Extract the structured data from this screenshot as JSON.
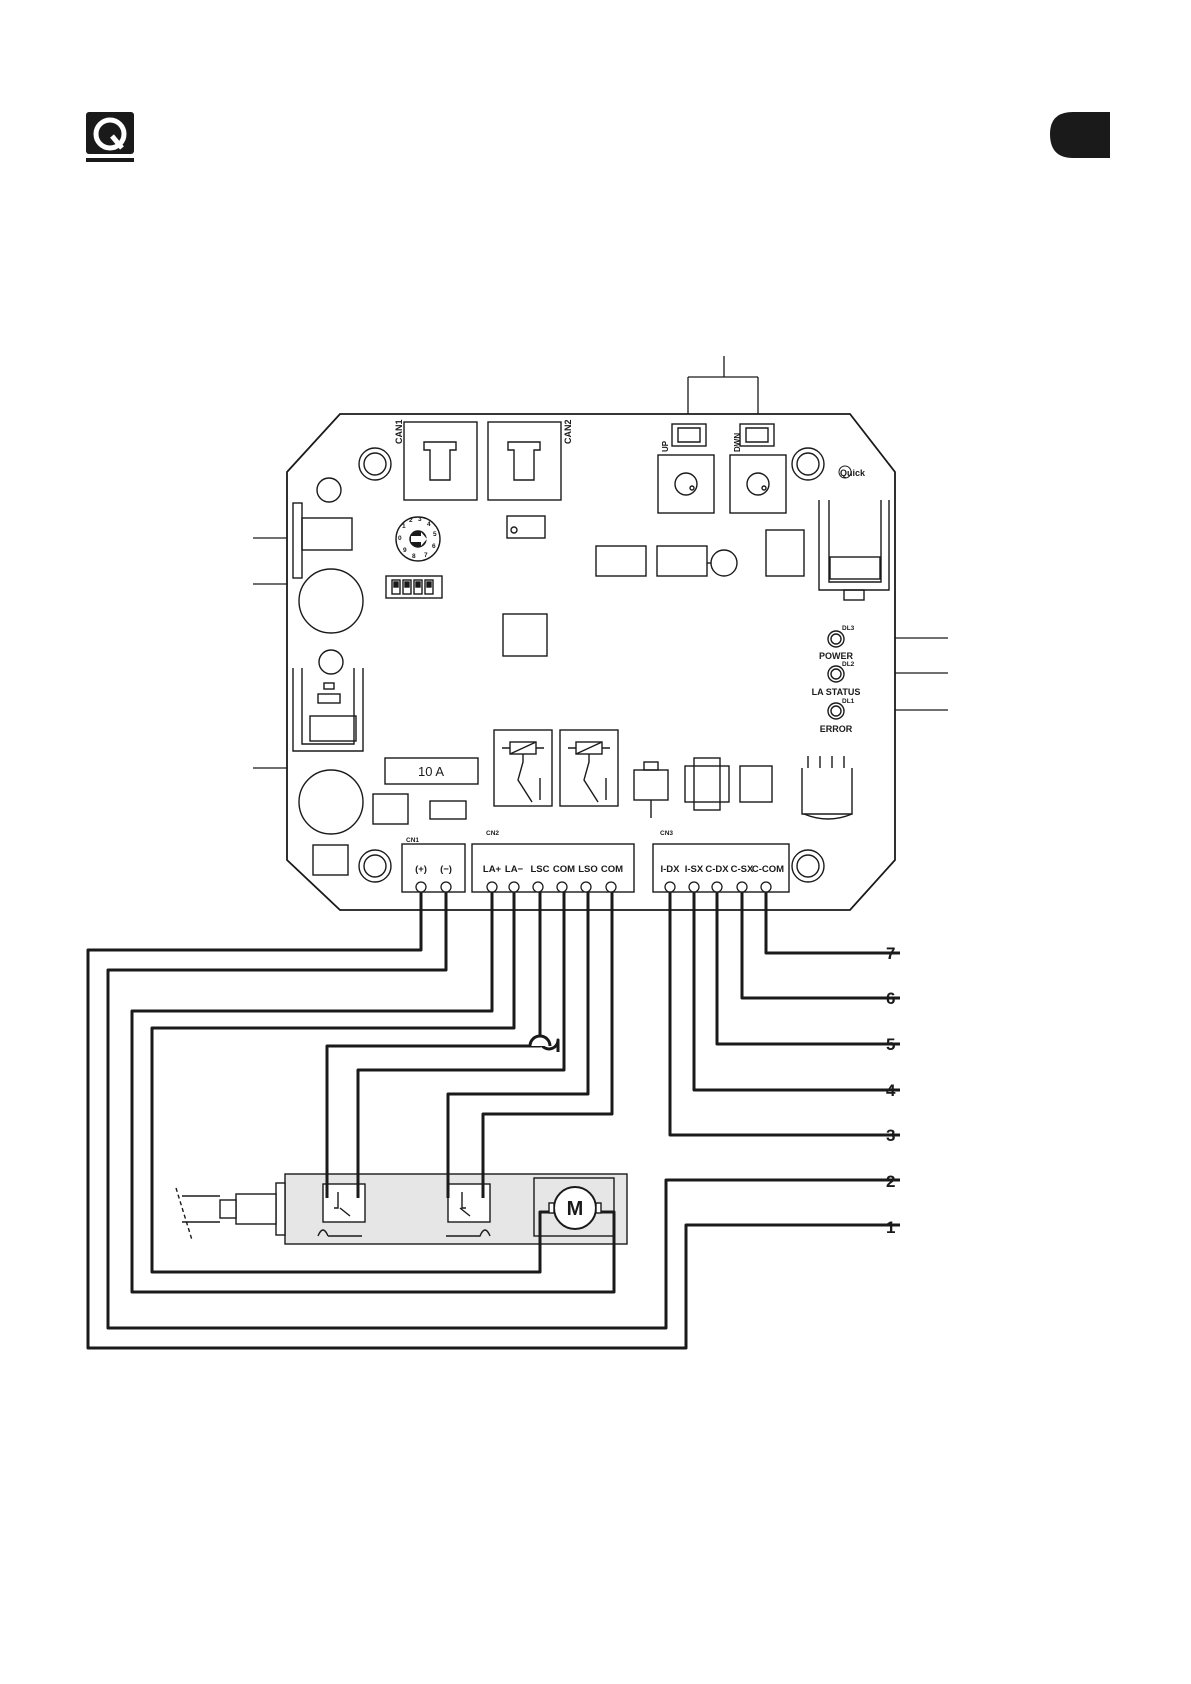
{
  "board": {
    "can1": "CAN1",
    "can2": "CAN2",
    "up": "UP",
    "down": "DWN",
    "brand": "Quick",
    "fuse": "10 A",
    "rotary_digits": [
      "0",
      "1",
      "2",
      "3",
      "4",
      "5",
      "6",
      "7",
      "8",
      "9"
    ]
  },
  "leds": [
    {
      "id": "DL3",
      "label": "POWER"
    },
    {
      "id": "DL2",
      "label": "LA STATUS"
    },
    {
      "id": "DL1",
      "label": "ERROR"
    }
  ],
  "connectors": {
    "cn1": {
      "name": "CN1",
      "pins": [
        "(+)",
        "(−)"
      ]
    },
    "cn2": {
      "name": "CN2",
      "pins": [
        "LA+",
        "LA−",
        "LSC",
        "COM",
        "LSO",
        "COM"
      ]
    },
    "cn3": {
      "name": "CN3",
      "pins": [
        "I-DX",
        "I-SX",
        "C-DX",
        "C-SX",
        "C-COM"
      ]
    }
  },
  "motor_label": "M",
  "callouts": [
    "7",
    "6",
    "5",
    "4",
    "3",
    "2",
    "1"
  ],
  "colors": {
    "ink": "#1a1a1a",
    "actuator_fill": "#e6e6e6"
  }
}
